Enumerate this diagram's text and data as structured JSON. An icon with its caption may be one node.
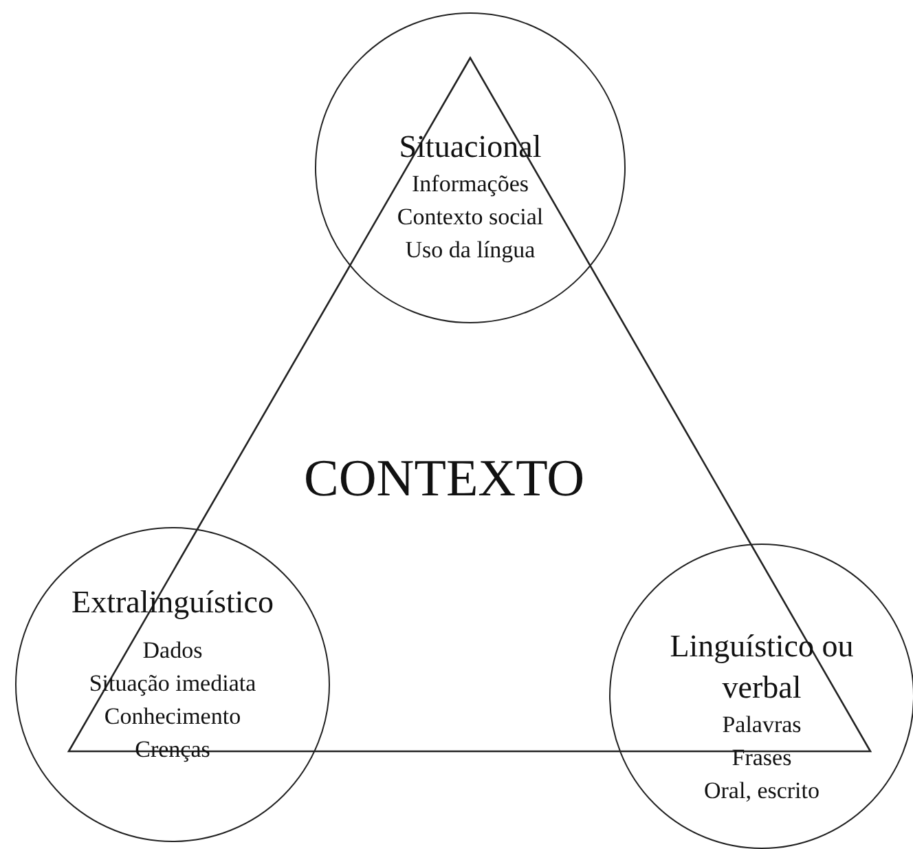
{
  "diagram": {
    "nodes": [
      {
        "text": [
          "Situacional",
          "Informações",
          "Contexto social",
          "Uso da língua"
        ]
      },
      {
        "text": [
          "Extralinguístico",
          "Dados",
          "Situação imediata",
          "Conhecimento",
          "Crenças"
        ]
      },
      {
        "text": [
          "Linguístico ou verbal",
          "Palavras",
          "Frases",
          "Oral, escrito"
        ]
      }
    ],
    "labels": [
      "CONTEXTO"
    ]
  }
}
